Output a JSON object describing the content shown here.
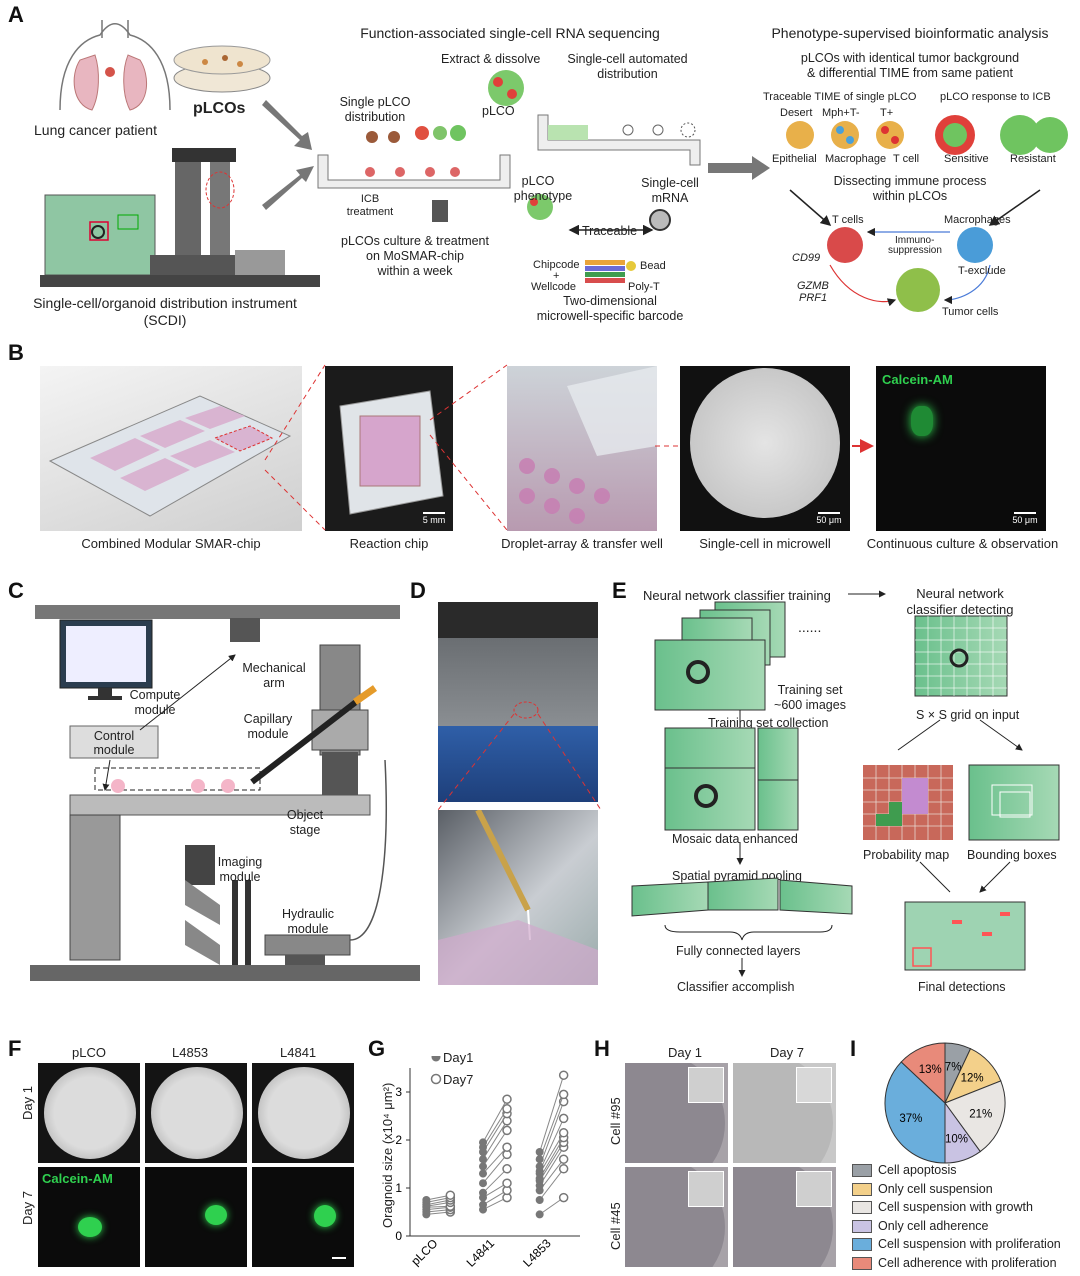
{
  "panels": {
    "a": "A",
    "b": "B",
    "c": "C",
    "d": "D",
    "e": "E",
    "f": "F",
    "g": "G",
    "h": "H",
    "i": "I"
  },
  "panelA": {
    "patient": "Lung cancer patient",
    "plcos": "pLCOs",
    "scdi_line1": "Single-cell/organoid distribution instrument",
    "scdi_line2": "(SCDI)",
    "mid_title": "Function-associated single-cell RNA sequencing",
    "extract": "Extract & dissolve",
    "auto_dist1": "Single-cell automated",
    "auto_dist2": "distribution",
    "plco_small": "pLCO",
    "single_plco1": "Single pLCO",
    "single_plco2": "distribution",
    "icb1": "ICB",
    "icb2": "treatment",
    "culture1": "pLCOs culture & treatment",
    "culture2": "on MoSMAR-chip",
    "culture3": "within a week",
    "plco_pheno1": "pLCO",
    "plco_pheno2": "phenotype",
    "single_mrna1": "Single-cell",
    "single_mrna2": "mRNA",
    "traceable": "Traceable",
    "chipcode": "Chipcode",
    "plus": "+",
    "wellcode": "Wellcode",
    "bead": "Bead",
    "polyt": "Poly-T",
    "barcode1": "Two-dimensional",
    "barcode2": "microwell-specific barcode",
    "right_title": "Phenotype-supervised bioinformatic analysis",
    "identical1": "pLCOs with identical tumor background",
    "identical2": "& differential TIME from same patient",
    "traceable_time": "Traceable TIME of single pLCO",
    "response": "pLCO response to ICB",
    "desert": "Desert",
    "mph": "Mph+T-",
    "tplus": "T+",
    "epithelial": "Epithelial",
    "macrophage": "Macrophage",
    "tcell": "T cell",
    "sensitive": "Sensitive",
    "resistant": "Resistant",
    "dissect1": "Dissecting immune process",
    "dissect2": "within pLCOs",
    "tcells": "T cells",
    "macrophages": "Macrophages",
    "immuno1": "Immuno-",
    "immuno2": "suppression",
    "cd99": "CD99",
    "texclude": "T-exclude",
    "gzmb": "GZMB",
    "prf1": "PRF1",
    "tumor": "Tumor cells"
  },
  "panelB": {
    "captions": [
      "Combined Modular SMAR-chip",
      "Reaction chip",
      "Droplet-array & transfer well",
      "Single-cell in microwell",
      "Continuous culture & observation"
    ],
    "calcein": "Calcein-AM",
    "scale_5mm": "5 mm",
    "scale_50um_a": "50 μm",
    "scale_50um_b": "50 μm"
  },
  "panelC": {
    "compute1": "Compute",
    "compute2": "module",
    "control1": "Control",
    "control2": "module",
    "mech1": "Mechanical",
    "mech2": "arm",
    "capillary1": "Capillary",
    "capillary2": "module",
    "object1": "Object",
    "object2": "stage",
    "imaging1": "Imaging",
    "imaging2": "module",
    "hydraulic1": "Hydraulic",
    "hydraulic2": "module"
  },
  "panelE": {
    "nn_training": "Neural network classifier training",
    "dots": "......",
    "trainset1": "Training set",
    "trainset2": "~600 images",
    "collection": "Training set collection",
    "mosaic": "Mosaic data enhanced",
    "spp": "Spatial pyramid pooling",
    "fcl": "Fully connected layers",
    "accomplish": "Classifier accomplish",
    "nn_detect1": "Neural network",
    "nn_detect2": "classifier detecting",
    "grid": "S × S grid on input",
    "probmap": "Probability map",
    "bbox": "Bounding boxes",
    "final": "Final detections"
  },
  "panelF": {
    "cols": [
      "pLCO",
      "L4853",
      "L4841"
    ],
    "row1": "Day 1",
    "row2": "Day 7",
    "calcein": "Calcein-AM"
  },
  "panelH": {
    "cols": [
      "Day 1",
      "Day 7"
    ],
    "rows": [
      "Cell #95",
      "Cell #45"
    ]
  },
  "chart_data": [
    {
      "type": "scatter",
      "panel": "G",
      "ylabel": "Oragnoid size (x10⁴ μm²)",
      "ylim": [
        0,
        3.5
      ],
      "yticks": [
        "0",
        "1",
        "2",
        "3"
      ],
      "categories": [
        "pLCO",
        "L4841",
        "L4853"
      ],
      "legend": [
        "Day1",
        "Day7"
      ],
      "legend_placement": "top-left",
      "series": [
        {
          "name": "Day1",
          "values": {
            "pLCO": [
              0.45,
              0.5,
              0.55,
              0.6,
              0.62,
              0.65,
              0.7,
              0.75
            ],
            "L4841": [
              0.55,
              0.65,
              0.8,
              0.9,
              1.1,
              1.3,
              1.45,
              1.6,
              1.75,
              1.85,
              1.95
            ],
            "L4853": [
              0.45,
              0.75,
              0.95,
              1.05,
              1.15,
              1.2,
              1.3,
              1.35,
              1.45,
              1.6,
              1.75
            ]
          }
        },
        {
          "name": "Day7",
          "values": {
            "pLCO": [
              0.5,
              0.55,
              0.6,
              0.62,
              0.7,
              0.75,
              0.8,
              0.85
            ],
            "L4841": [
              0.8,
              0.95,
              1.1,
              1.4,
              1.7,
              1.85,
              2.2,
              2.4,
              2.55,
              2.65,
              2.85
            ],
            "L4853": [
              0.8,
              1.4,
              1.6,
              1.85,
              1.95,
              2.05,
              2.15,
              2.45,
              2.8,
              2.95,
              3.35
            ]
          }
        }
      ]
    },
    {
      "type": "pie",
      "panel": "I",
      "labels": [
        "Cell apoptosis",
        "Only cell suspension",
        "Cell suspension with growth",
        "Only cell adherence",
        "Cell suspension with proliferation",
        "Cell adherence with proliferation"
      ],
      "values": [
        7,
        12,
        21,
        10,
        37,
        13
      ],
      "value_labels": [
        "7%",
        "12%",
        "21%",
        "10%",
        "37%",
        "13%"
      ],
      "colors": [
        "#9aa0a6",
        "#f3d08a",
        "#e9e6e3",
        "#c9c3e3",
        "#6aaedc",
        "#e88a7a"
      ]
    }
  ]
}
